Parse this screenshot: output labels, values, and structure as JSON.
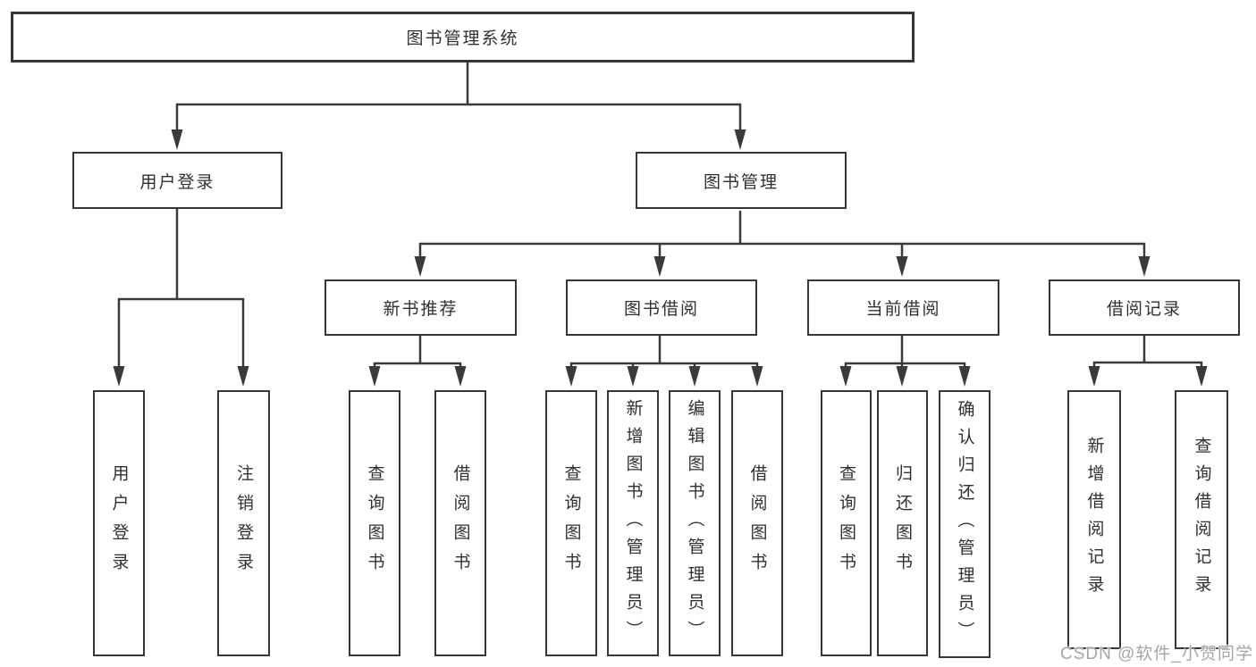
{
  "tree": {
    "root": {
      "label": "图书管理系统"
    },
    "branches": [
      {
        "label": "用户登录",
        "children": [
          {
            "label": "用户登录"
          },
          {
            "label": "注销登录"
          }
        ]
      },
      {
        "label": "图书管理",
        "children": [
          {
            "label": "新书推荐",
            "children": [
              {
                "label": "查询图书"
              },
              {
                "label": "借阅图书"
              }
            ]
          },
          {
            "label": "图书借阅",
            "children": [
              {
                "label": "查询图书"
              },
              {
                "label": "新增图书（管理员）"
              },
              {
                "label": "编辑图书（管理员）"
              },
              {
                "label": "借阅图书"
              }
            ]
          },
          {
            "label": "当前借阅",
            "children": [
              {
                "label": "查询图书"
              },
              {
                "label": "归还图书"
              },
              {
                "label": "确认归还（管理员）"
              }
            ]
          },
          {
            "label": "借阅记录",
            "children": [
              {
                "label": "新增借阅记录"
              },
              {
                "label": "查询借阅记录"
              }
            ]
          }
        ]
      }
    ]
  },
  "watermark": {
    "text": "CSDN @软件_小贺同学",
    "color": "#a6a6a6"
  },
  "colors": {
    "background": "#ffffff",
    "line": "#3a3a3a",
    "box_border": "#363636",
    "text": "#303030"
  }
}
